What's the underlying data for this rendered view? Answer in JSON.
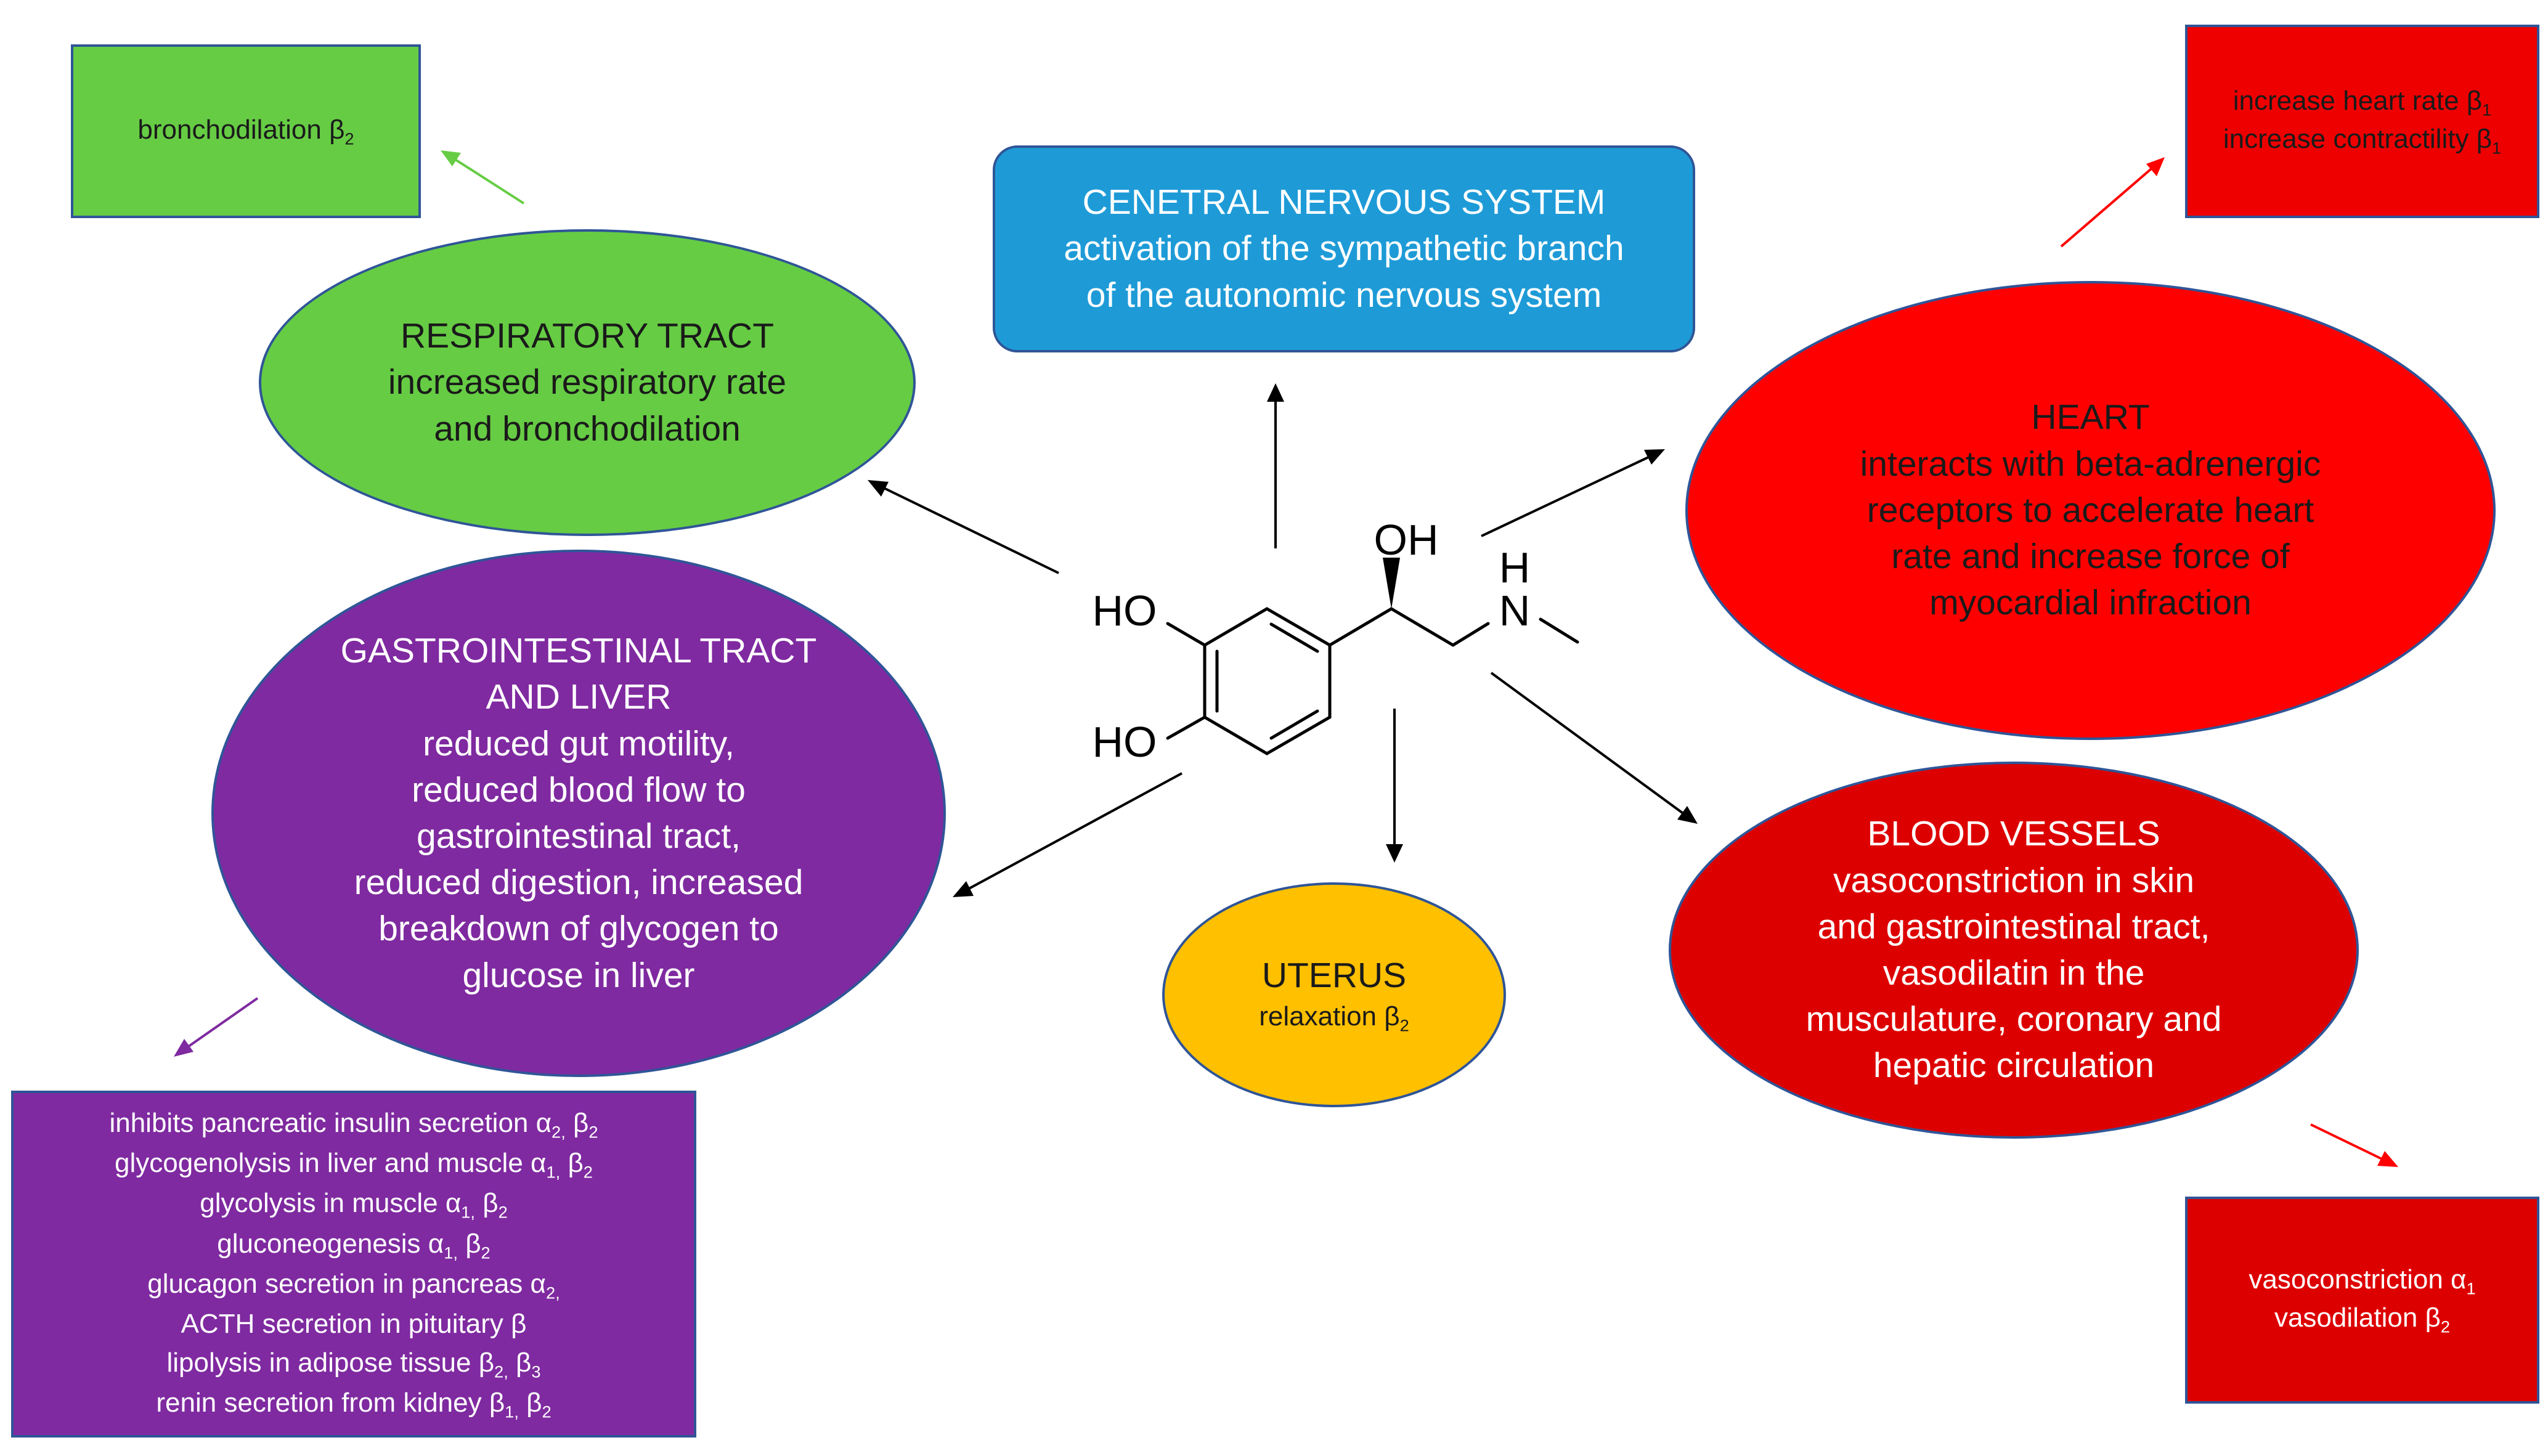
{
  "nodes": {
    "bronchodilation": {
      "line": "bronchodilation  β",
      "sub": "2"
    },
    "respiratory": {
      "title": "RESPIRATORY TRACT",
      "lines": [
        "increased respiratory rate",
        "and bronchodilation"
      ]
    },
    "cns": {
      "title": "CENETRAL NERVOUS SYSTEM",
      "lines": [
        "activation of the sympathetic branch",
        "of the autonomic nervous system"
      ]
    },
    "heart_box": {
      "line1": "increase heart rate β",
      "line1_sub": "1",
      "line2": "increase contractility β",
      "line2_sub": "1"
    },
    "heart": {
      "title": "HEART",
      "lines": [
        "interacts with beta-adrenergic",
        "receptors to accelerate heart",
        "rate and increase force of",
        "myocardial infraction"
      ]
    },
    "gi": {
      "title_lines": [
        "GASTROINTESTINAL TRACT",
        "AND LIVER"
      ],
      "lines": [
        "reduced gut motility,",
        "reduced blood flow to",
        "gastrointestinal tract,",
        "reduced digestion, increased",
        "breakdown of glycogen to",
        "glucose in liver"
      ]
    },
    "metabolic": {
      "l1": {
        "a": "inhibits pancreatic insulin secretion α",
        "s1": "2,",
        "b": " β",
        "s2": "2"
      },
      "l2": {
        "a": "glycogenolysis in liver and muscle α",
        "s1": "1,",
        "b": " β",
        "s2": "2"
      },
      "l3": {
        "a": "glycolysis in muscle α",
        "s1": "1,",
        "b": " β",
        "s2": "2"
      },
      "l4": {
        "a": "gluconeogenesis α",
        "s1": "1,",
        "b": " β",
        "s2": "2"
      },
      "l5": {
        "a": "glucagon secretion in pancreas α",
        "s1": "2,"
      },
      "l6": {
        "a": "ACTH secretion in pituitary  β"
      },
      "l7": {
        "a": "lipolysis in adipose tissue β",
        "s1": "2,",
        "b": " β",
        "s2": "3"
      },
      "l8": {
        "a": "renin secretion from kidney β",
        "s1": "1,",
        "b": " β",
        "s2": "2"
      }
    },
    "uterus": {
      "title": "UTERUS",
      "line": "relaxation β",
      "sub": "2"
    },
    "blood": {
      "title": "BLOOD VESSELS",
      "lines": [
        "vasoconstriction in skin",
        "and gastrointestinal tract,",
        "vasodilatin in the",
        "musculature, coronary and",
        "hepatic circulation"
      ]
    },
    "vessel_box": {
      "line1": "vasoconstriction α",
      "line1_sub": "1",
      "line2": "vasodilation β",
      "line2_sub": "2"
    }
  },
  "molecule": {
    "labels": {
      "oh_top": "OH",
      "nh_h": "H",
      "nh_n": "N",
      "ho_upper": "HO",
      "ho_lower": "HO"
    }
  },
  "colors": {
    "respiratory": "#66cc44",
    "cns": "#1e9bd7",
    "heart": "#ff0000",
    "gi": "#7f2aa0",
    "uterus": "#ffc000",
    "blood": "#dd0000",
    "border": "#2f5597",
    "arrow_black": "#000000",
    "arrow_green": "#66cc44",
    "arrow_red": "#ff0000",
    "arrow_purple": "#7f2aa0"
  }
}
